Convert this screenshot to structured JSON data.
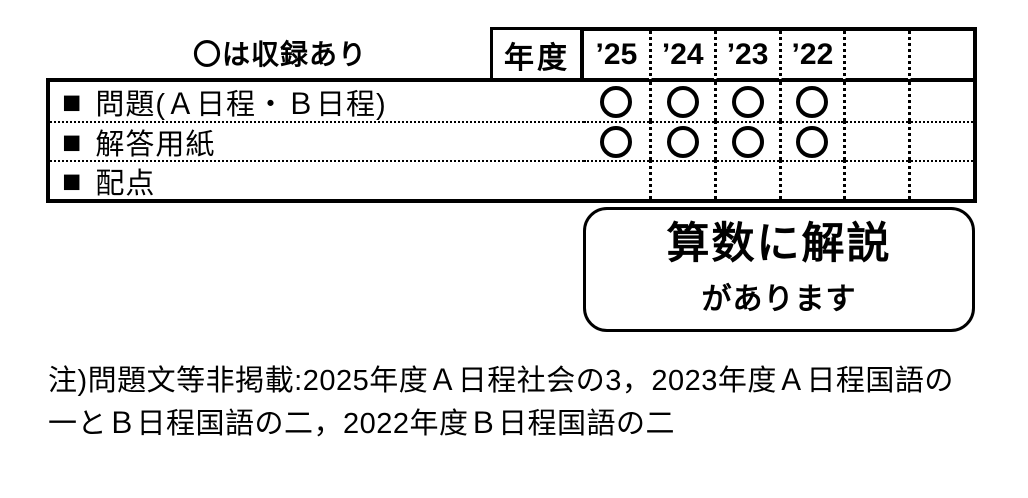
{
  "caption": "〇は収録あり",
  "table": {
    "corner_label": "年度",
    "year_headers": [
      "’25",
      "’24",
      "’23",
      "’22",
      "",
      ""
    ],
    "rows": [
      {
        "bullet": "■",
        "label": "問題(Ａ日程・Ｂ日程)",
        "marks": [
          "○",
          "○",
          "○",
          "○",
          "",
          ""
        ]
      },
      {
        "bullet": "■",
        "label": "解答用紙",
        "marks": [
          "○",
          "○",
          "○",
          "○",
          "",
          ""
        ]
      },
      {
        "bullet": "■",
        "label": "配点",
        "marks": [
          "",
          "",
          "",
          "",
          "",
          ""
        ]
      }
    ]
  },
  "callout": {
    "title": "算数に解説",
    "subtitle": "があります"
  },
  "note": {
    "line1": "注)問題文等非掲載:2025年度Ａ日程社会の3，2023年度Ａ日程国語の",
    "line2": "一とＢ日程国語の二，2022年度Ｂ日程国語の二"
  },
  "colors": {
    "ink": "#000000",
    "background": "#ffffff"
  }
}
